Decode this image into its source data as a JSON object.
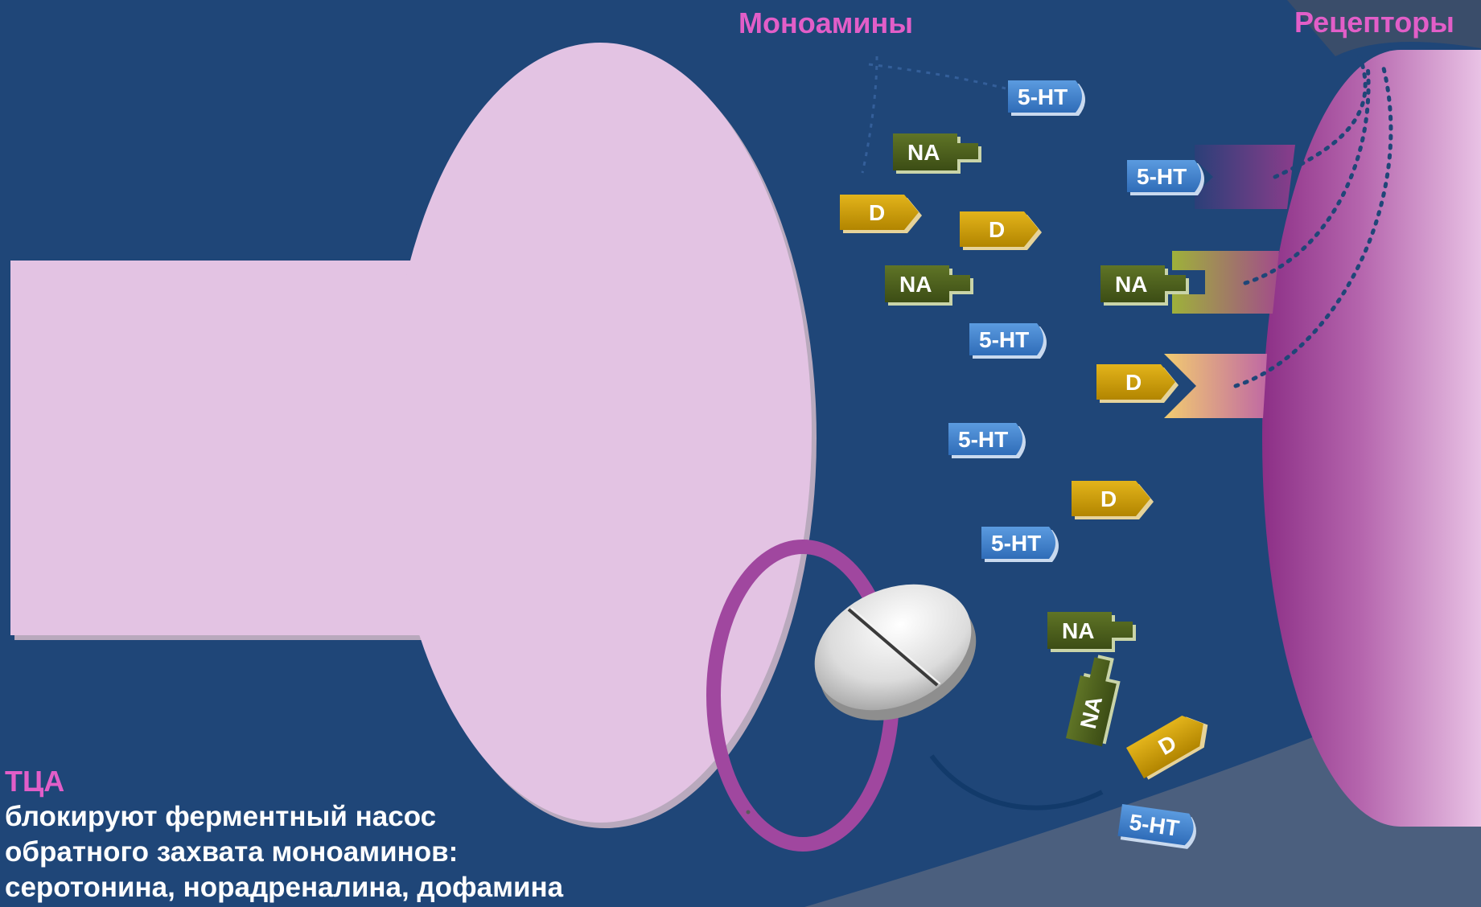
{
  "headers": {
    "monoamines": "Моноамины",
    "receptors": "Рецепторы"
  },
  "caption": {
    "title": "ТЦА",
    "lines": [
      "блокируют ферментный насос",
      "обратного захвата моноаминов:",
      "серотонина, норадреналина, дофамина"
    ]
  },
  "labels": {
    "serotonin": "5-HT",
    "noradrenaline": "NA",
    "dopamine": "D"
  },
  "colors": {
    "background": "#1f4678",
    "neuron": "#e3c3e3",
    "accent_text": "#e25ec8",
    "ring": "#a0479f",
    "serotonin_tag": "#4a86cf",
    "noradrenaline_tag": "#4d5f1c",
    "dopamine_tag": "#c79a00"
  }
}
